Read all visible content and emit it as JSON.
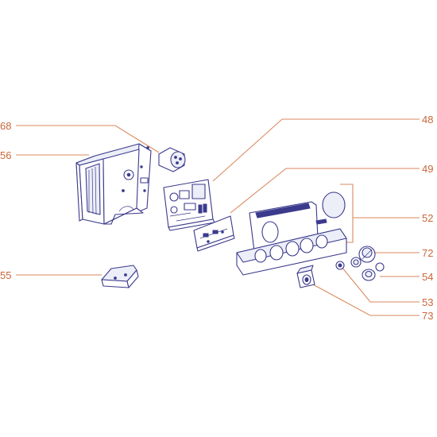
{
  "colors": {
    "callout": "#c8673a",
    "leader": "#d98a5e",
    "part_stroke": "#3b3a8c",
    "part_fill": "#eceef8",
    "background": "#ffffff"
  },
  "callouts": {
    "c68": "68",
    "c56": "56",
    "c55": "55",
    "c48": "48",
    "c49": "49",
    "c52": "52",
    "c72": "72",
    "c54": "54",
    "c53": "53",
    "c73": "73"
  }
}
